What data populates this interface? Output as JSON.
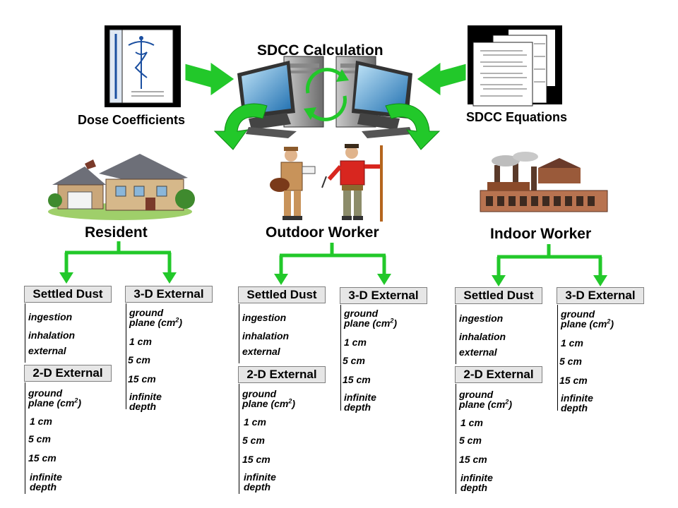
{
  "header": {
    "center_title": "SDCC Calculation",
    "left_label": "Dose Coefficients",
    "right_label": "SDCC Equations"
  },
  "receptors": [
    {
      "name": "Resident"
    },
    {
      "name": "Outdoor Worker"
    },
    {
      "name": "Indoor Worker"
    }
  ],
  "categories": {
    "settled_dust": "Settled Dust",
    "external_3d": "3-D External",
    "external_2d": "2-D External"
  },
  "settled_dust_items": [
    "ingestion",
    "inhalation",
    "external"
  ],
  "ground_plane": {
    "line1": "ground",
    "line2": "plane (cm",
    "sup": "2",
    "close": ")"
  },
  "depths": [
    "1 cm",
    "5 cm",
    "15 cm"
  ],
  "infinite": {
    "line1": "infinite",
    "line2": "depth"
  },
  "colors": {
    "arrow_green": "#22c82a",
    "box_fill": "#e6e6e6"
  }
}
